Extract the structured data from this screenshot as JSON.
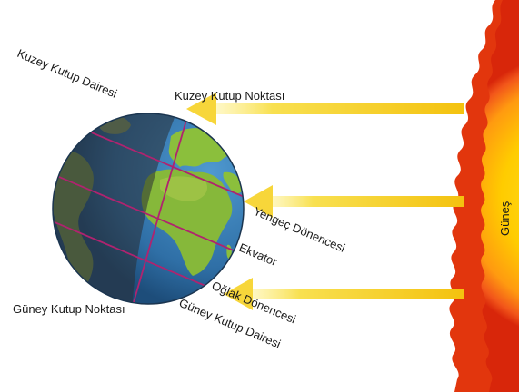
{
  "labels": {
    "arctic_circle": "Kuzey Kutup Dairesi",
    "north_pole": "Kuzey Kutup Noktası",
    "tropic_cancer": "Yengeç Dönencesi",
    "equator": "Ekvator",
    "tropic_capricorn": "Oğlak Dönencesi",
    "antarctic_circle": "Güney Kutup Dairesi",
    "south_pole": "Güney Kutup Noktası",
    "sun": "Güneş"
  },
  "colors": {
    "ocean": "#3f7fb5",
    "land": "#8bbf3c",
    "latitude_lines": "#b0236f",
    "ray": "#f6c81a",
    "sun_core": "#ffd000",
    "sun_edge": "#e63a0c",
    "night_shade": "#2a2d33"
  },
  "icons": {
    "sun": "sun-disc",
    "earth": "globe"
  }
}
